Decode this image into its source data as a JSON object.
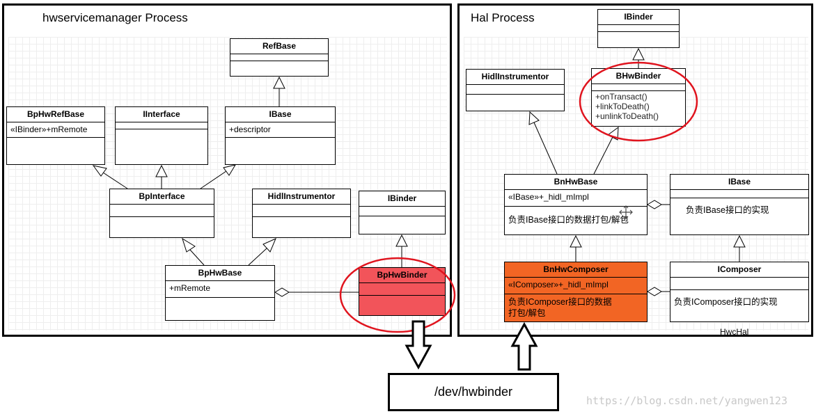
{
  "left_panel": {
    "title": "hwservicemanager Process",
    "classes": {
      "refbase": {
        "name": "RefBase"
      },
      "bphwrefbase": {
        "name": "BpHwRefBase",
        "attr": "«IBinder»+mRemote"
      },
      "iinterface": {
        "name": "IInterface"
      },
      "ibase": {
        "name": "IBase",
        "attr": "+descriptor"
      },
      "bpinterface": {
        "name": "BpInterface"
      },
      "hidlinstrumentor": {
        "name": "HidlInstrumentor"
      },
      "ibinder": {
        "name": "IBinder"
      },
      "bphwbase": {
        "name": "BpHwBase",
        "attr": "+mRemote"
      },
      "bphwbinder": {
        "name": "BpHwBinder"
      }
    }
  },
  "right_panel": {
    "title": "Hal Process",
    "footer": "HwcHal",
    "classes": {
      "ibinder": {
        "name": "IBinder"
      },
      "hidlinstrumentor": {
        "name": "HidlInstrumentor"
      },
      "bhwbinder": {
        "name": "BHwBinder",
        "m1": "+onTransact()",
        "m2": "+linkToDeath()",
        "m3": "+unlinkToDeath()"
      },
      "bnhwbase": {
        "name": "BnHwBase",
        "attr": "«IBase»+_hidl_mImpl",
        "note": "负责IBase接口的数据打包/解包"
      },
      "ibase": {
        "name": "IBase",
        "note": "负责IBase接口的实现"
      },
      "bnhwcomposer": {
        "name": "BnHwComposer",
        "attr": "«IComposer»+_hidl_mImpl",
        "note1": "负责IComposer接口的数据",
        "note2": "打包/解包"
      },
      "icomposer": {
        "name": "IComposer",
        "note": "负责IComposer接口的实现"
      }
    }
  },
  "device": {
    "label": "/dev/hwbinder"
  },
  "watermark": "https://blog.csdn.net/yangwen123",
  "colors": {
    "highlight_red": "#f2545a",
    "highlight_orange": "#f26524",
    "ellipse": "#e0141e"
  }
}
